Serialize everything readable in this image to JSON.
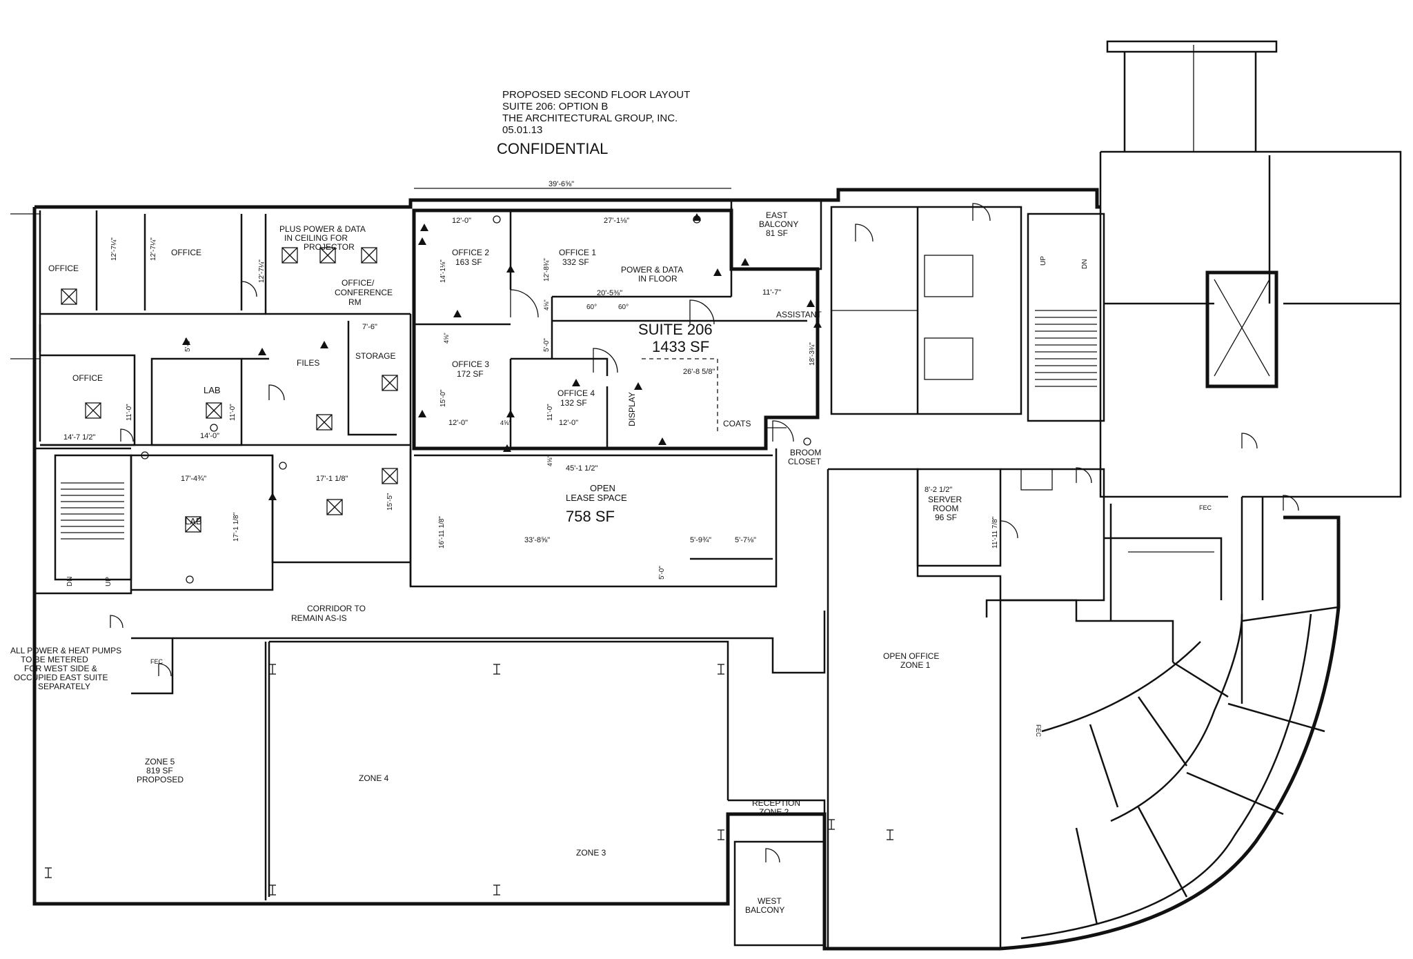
{
  "title_block": {
    "line1": "PROPOSED SECOND FLOOR LAYOUT",
    "line2": "SUITE 206: OPTION B",
    "line3": "THE ARCHITECTURAL GROUP, INC.",
    "line4": "05.01.13",
    "confidential": "CONFIDENTIAL"
  },
  "rooms": {
    "office_nw": "OFFICE",
    "office_top2": "OFFICE",
    "projector_note_1": "PLUS POWER & DATA",
    "projector_note_2": "IN CEILING FOR",
    "projector_note_3": "PROJECTOR",
    "office_conf_1": "OFFICE/",
    "office_conf_2": "CONFERENCE",
    "office_conf_3": "RM",
    "office_w2": "OFFICE",
    "lab1": "LAB",
    "lab2": "LAB",
    "files": "FILES",
    "storage": "STORAGE",
    "office2_name": "OFFICE 2",
    "office2_area": "163 SF",
    "office1_name": "OFFICE 1",
    "office1_area": "332 SF",
    "power_data_1": "POWER & DATA",
    "power_data_2": "IN FLOOR",
    "east_balcony_1": "EAST",
    "east_balcony_2": "BALCONY",
    "east_balcony_3": "81 SF",
    "assistant": "ASSISTANT",
    "suite_name": "SUITE 206",
    "suite_area": "1433 SF",
    "office3_name": "OFFICE 3",
    "office3_area": "172 SF",
    "office4_name": "OFFICE 4",
    "office4_area": "132 SF",
    "display": "DISPLAY",
    "coats": "COATS",
    "broom_1": "BROOM",
    "broom_2": "CLOSET",
    "open_lease_1": "OPEN",
    "open_lease_2": "LEASE SPACE",
    "open_lease_area": "758 SF",
    "server_1": "SERVER",
    "server_2": "ROOM",
    "server_3": "96 SF",
    "corridor_1": "CORRIDOR TO",
    "corridor_2": "REMAIN AS-IS",
    "note_1": "ALL POWER & HEAT PUMPS",
    "note_2": "TO BE METERED",
    "note_3": "FOR WEST SIDE &",
    "note_4": "OCCUPIED EAST SUITE",
    "note_5": "SEPARATELY",
    "zone5_1": "ZONE 5",
    "zone5_2": "819 SF",
    "zone5_3": "PROPOSED",
    "zone4": "ZONE 4",
    "zone3": "ZONE 3",
    "reception_1": "RECEPTION",
    "reception_2": "ZONE 2",
    "west_balcony_1": "WEST",
    "west_balcony_2": "BALCONY",
    "open_office_1": "OPEN OFFICE",
    "open_office_2": "ZONE 1",
    "fec": "FEC",
    "up": "UP",
    "dn": "DN"
  },
  "dimensions": {
    "d_39_6": "39'-6⅝\"",
    "d_12_0_a": "12'-0\"",
    "d_27_1": "27'-1⅛\"",
    "d_12_7_a": "12'-7¼\"",
    "d_12_7_b": "12'-7¼\"",
    "d_12_7_c": "12'-7¼\"",
    "d_14_1": "14'-1⅛\"",
    "d_12_8": "12'-8¾\"",
    "d_20_5": "20'-5⅜\"",
    "d_60_a": "60°",
    "d_60_b": "60°",
    "d_11_7": "11'-7\"",
    "d_5_0_a": "5'-0\"",
    "d_7_6": "7'-6\"",
    "d_5_0_b": "5'-0\"",
    "d_18_3": "18'-3¾\"",
    "d_26_8": "26'-8 5/8\"",
    "d_15_0": "15'-0\"",
    "d_11_0_a": "11'-0\"",
    "d_11_0_b": "11'-0\"",
    "d_11_0_c": "11'-0\"",
    "d_14_0": "14'-0\"",
    "d_14_7": "14'-7 1/2\"",
    "d_12_0_b": "12'-0\"",
    "d_12_0_c": "12'-0\"",
    "d_4_a": "4⅝\"",
    "d_4_b": "4⅝\"",
    "d_4_c": "4⅝\"",
    "d_4_d": "4⅝\"",
    "d_17_4": "17'-4¾\"",
    "d_17_1": "17'-1 1/8\"",
    "d_17_1_b": "17'-1 1/8\"",
    "d_15_5": "15'-5\"",
    "d_45_1": "45'-1 1/2\"",
    "d_16_11": "16'-11 1/8\"",
    "d_33_8": "33'-8⅝\"",
    "d_5_9": "5'-9¾\"",
    "d_5_7": "5'-7⅛\"",
    "d_5_0_c": "5'-0\"",
    "d_8_2": "8'-2 1/2\"",
    "d_11_11": "11'-11 7/8\""
  }
}
